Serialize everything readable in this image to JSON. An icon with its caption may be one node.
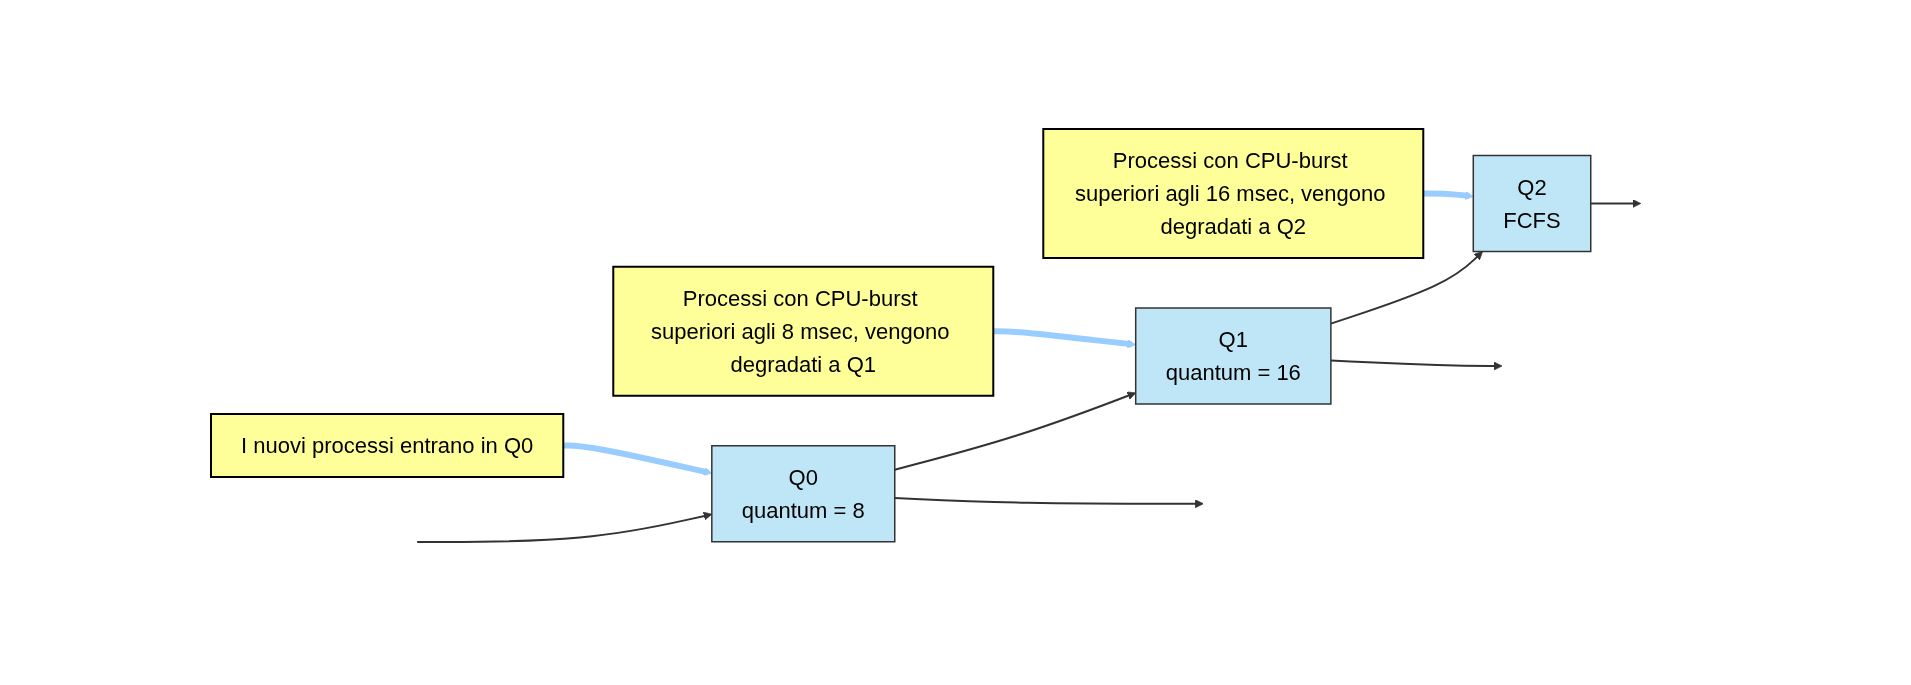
{
  "diagram": {
    "nodes": [
      {
        "text": [
          "I nuovi processi entrano in Q0"
        ]
      },
      {
        "text": [
          "Processi con CPU-burst superiori agli 8 msec, vengono degradati a Q1"
        ]
      },
      {
        "text": [
          "Processi con CPU-burst superiori agli 16 msec, vengono degradati a Q2"
        ]
      },
      {
        "text": [
          "Q0",
          "quantum = 8"
        ]
      },
      {
        "text": [
          "Q1",
          "quantum = 16"
        ]
      },
      {
        "text": [
          "Q2",
          "FCFS"
        ]
      }
    ],
    "edges": [
      {
        "from": 0,
        "to": 3,
        "arrow": "to",
        "style": "thick",
        "color": "#99ccff"
      },
      {
        "from": 1,
        "to": 4,
        "arrow": "to",
        "style": "thick",
        "color": "#99ccff"
      },
      {
        "from": 2,
        "to": 5,
        "arrow": "to",
        "style": "thick",
        "color": "#99ccff"
      },
      {
        "from": null,
        "to": 3,
        "arrow": "to"
      },
      {
        "from": 3,
        "to": null,
        "arrow": "to"
      },
      {
        "from": 3,
        "to": 4,
        "arrow": "to"
      },
      {
        "from": 4,
        "to": null,
        "arrow": "to"
      },
      {
        "from": 4,
        "to": 5,
        "arrow": "to"
      },
      {
        "from": 5,
        "to": null,
        "arrow": "to"
      }
    ]
  }
}
